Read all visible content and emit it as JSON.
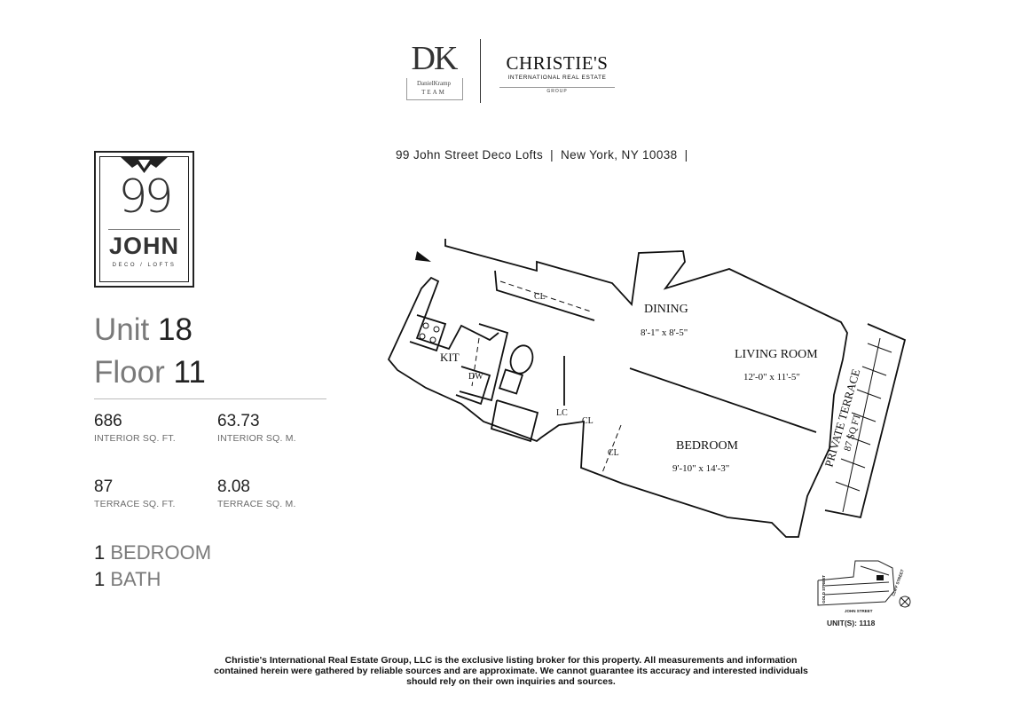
{
  "header": {
    "dk_letters": "DK",
    "dk_name": "DanielKramp",
    "dk_team": "TEAM",
    "christies_brand": "CHRISTIE'S",
    "christies_sub": "INTERNATIONAL REAL ESTATE",
    "christies_group": "GROUP"
  },
  "address": {
    "building": "99 John Street Deco Lofts",
    "city": "New York, NY 10038",
    "separator": "|"
  },
  "building_logo": {
    "number": "99",
    "name": "JOHN",
    "tagline": "DECO / LOFTS"
  },
  "unit": {
    "unit_label": "Unit",
    "unit_value": "18",
    "floor_label": "Floor",
    "floor_value": "11"
  },
  "stats": [
    {
      "value": "686",
      "label": "INTERIOR SQ. FT."
    },
    {
      "value": "63.73",
      "label": "INTERIOR SQ. M."
    },
    {
      "value": "87",
      "label": "TERRACE SQ. FT."
    },
    {
      "value": "8.08",
      "label": "TERRACE SQ. M."
    }
  ],
  "rooms": {
    "bed_count": "1",
    "bed_label": "BEDROOM",
    "bath_count": "1",
    "bath_label": "BATH"
  },
  "floor_plan": {
    "dining": "DINING",
    "dining_dim": "8'-1\" x 8'-5\"",
    "living": "LIVING ROOM",
    "living_dim": "12'-0\" x 11'-5\"",
    "bedroom": "BEDROOM",
    "bedroom_dim": "9'-10\" x 14'-3\"",
    "kitchen": "KIT",
    "dishwasher": "DW",
    "closet": "CL",
    "linen_closet": "LC",
    "terrace": "PRIVATE TERRACE",
    "terrace_area": "87 SQ FT"
  },
  "site_plan": {
    "street_west": "GOLD STREET",
    "street_south": "JOHN STREET",
    "street_east": "CLIFF STREET",
    "unit_ref": "UNIT(S): 1118"
  },
  "disclaimer": "Christie's International Real Estate Group, LLC is the exclusive listing broker for this property. All measurements and information contained herein were gathered by reliable sources and are approximate. We cannot guarantee its accuracy and interested individuals should rely on their own inquiries and sources."
}
